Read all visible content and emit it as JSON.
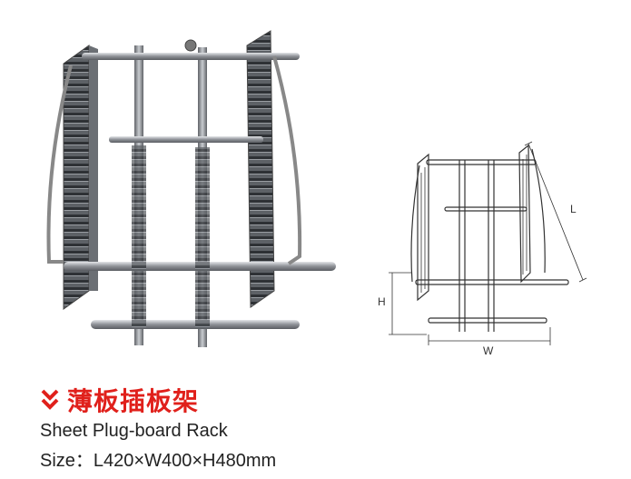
{
  "product": {
    "title_cn": "薄板插板架",
    "title_en": "Sheet Plug-board Rack",
    "size_label": "Size：",
    "size_value": "L420×W400×H480mm"
  },
  "diagram": {
    "label_l": "L",
    "label_h": "H",
    "label_w": "W"
  },
  "colors": {
    "accent": "#e0201b",
    "text": "#222222",
    "steel": "#8a8d92"
  },
  "icons": {
    "title_marker": "double-chevron-down-icon"
  }
}
